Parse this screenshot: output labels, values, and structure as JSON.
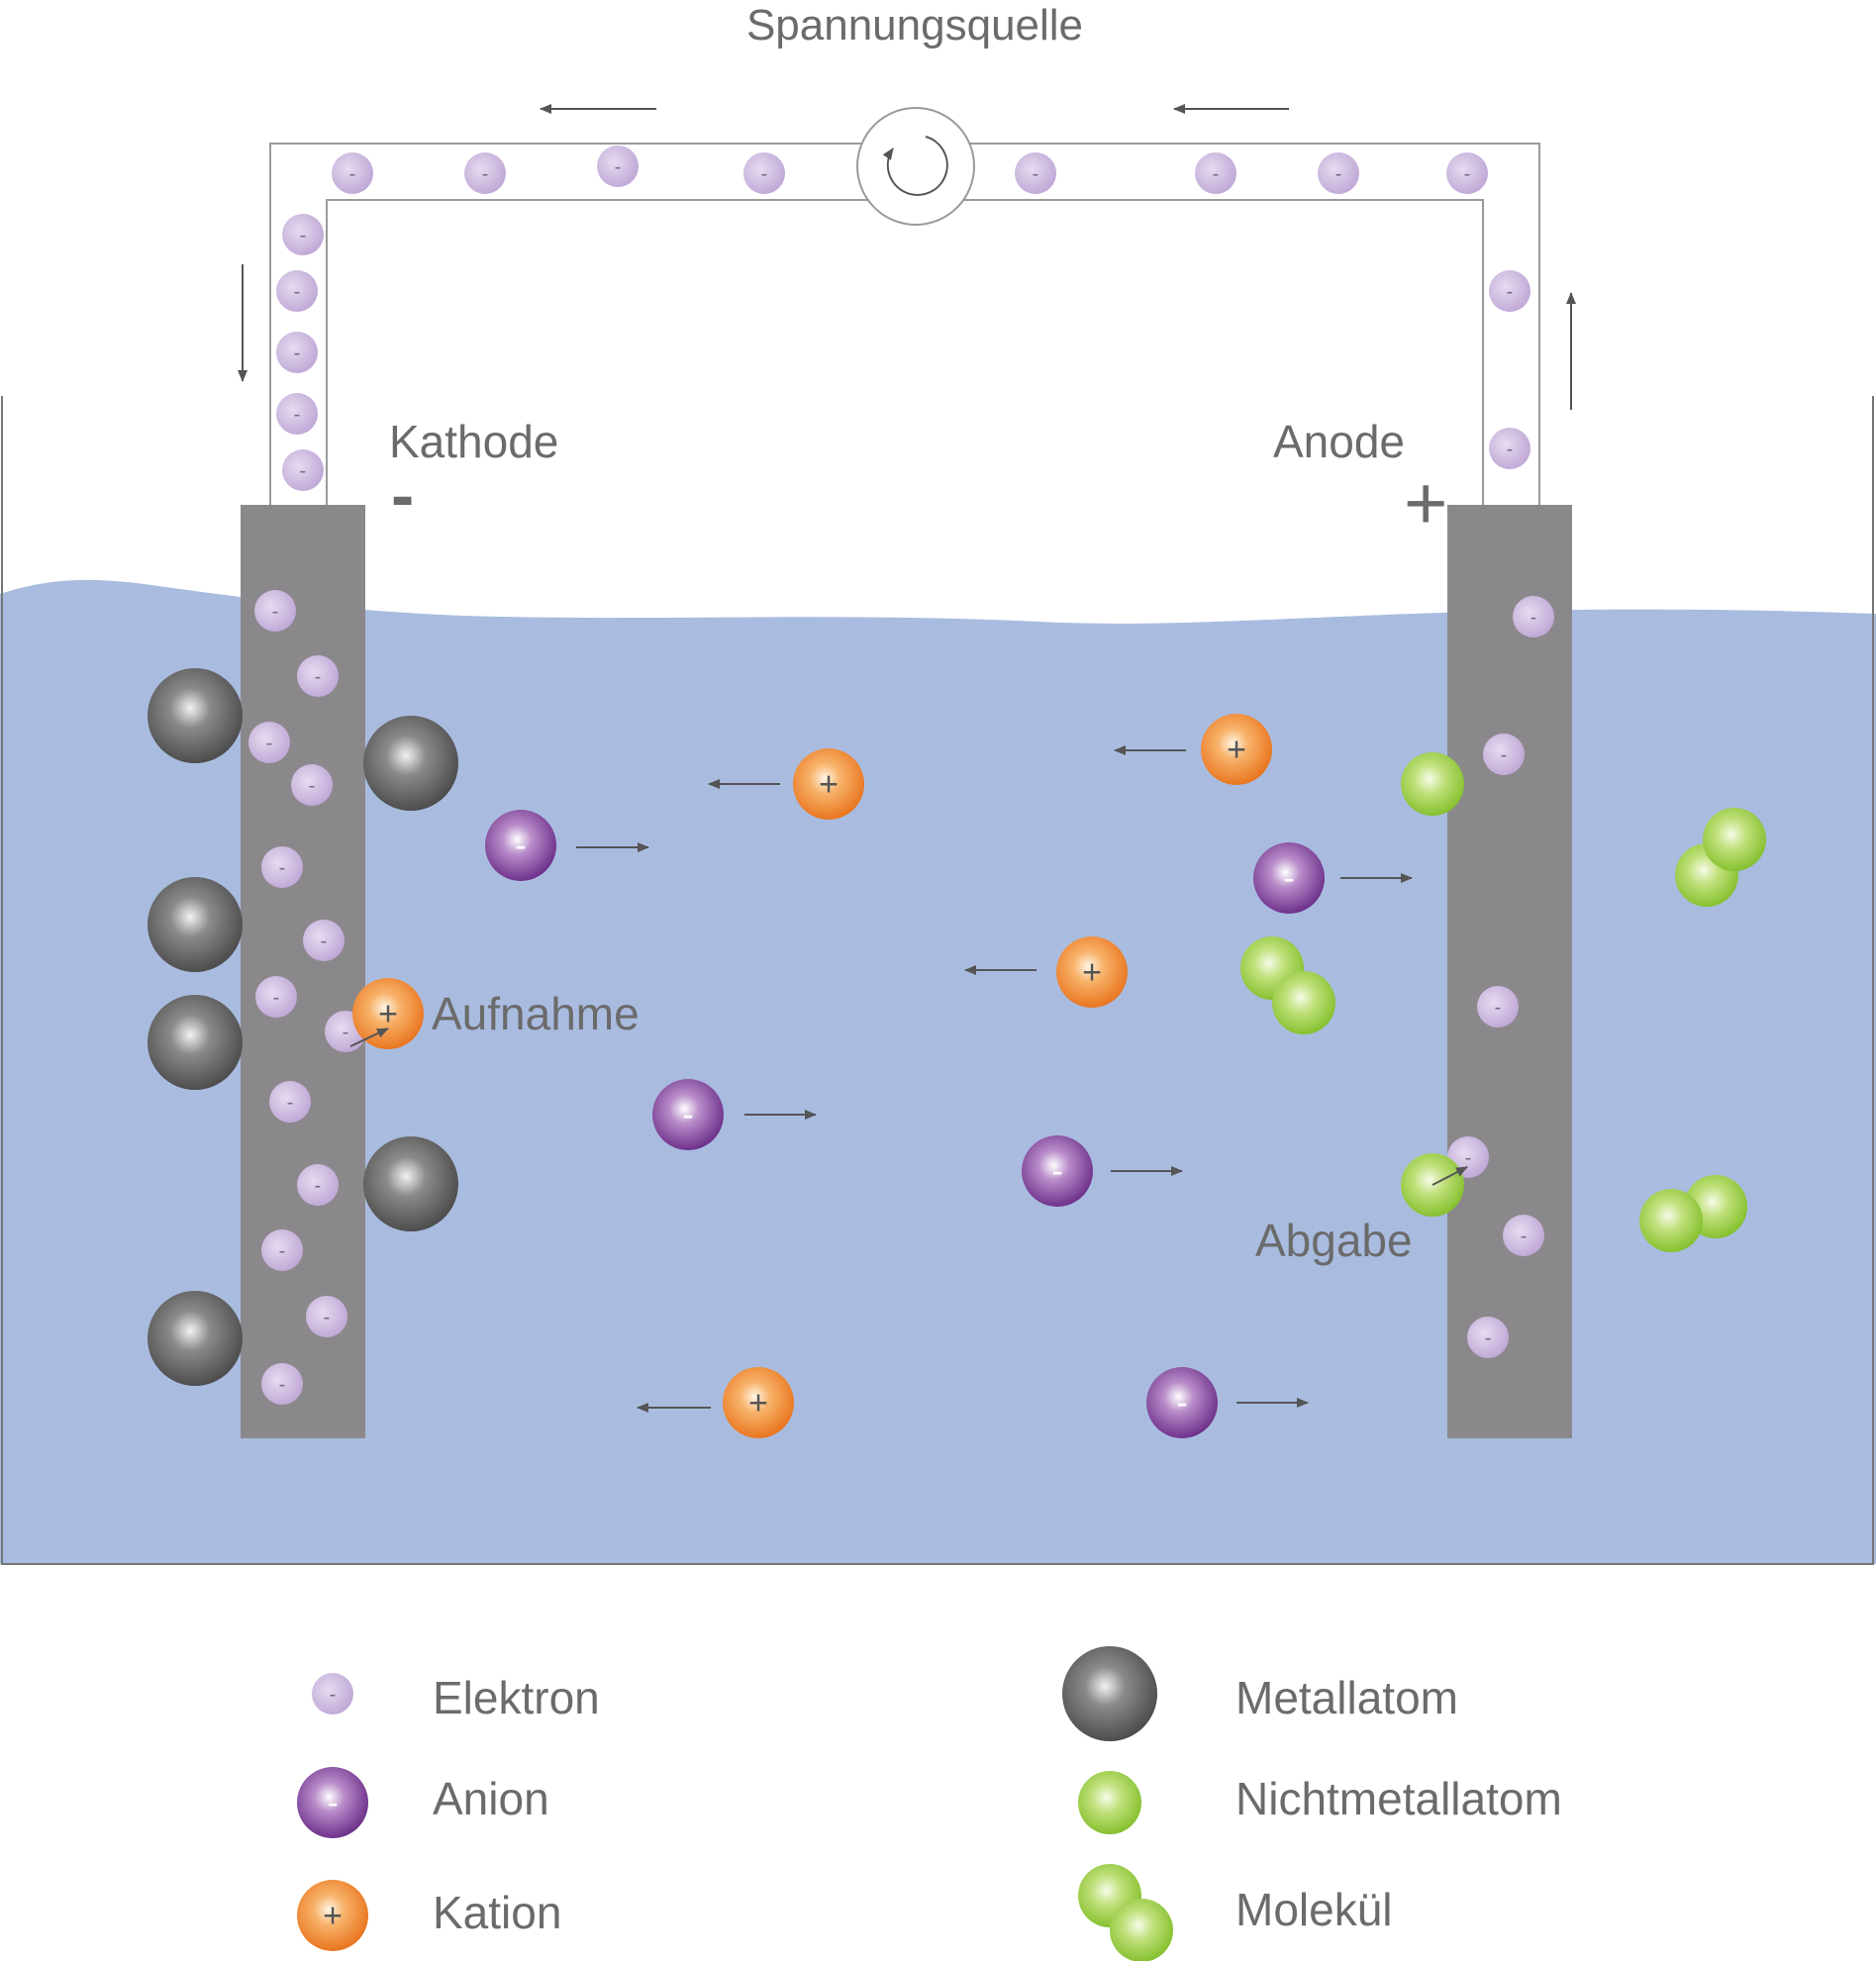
{
  "title": "Spannungsquelle",
  "electrodes": {
    "cathode": {
      "label": "Kathode",
      "sign": "-"
    },
    "anode": {
      "label": "Anode",
      "sign": "+"
    }
  },
  "annotations": {
    "uptake": "Aufnahme",
    "release": "Abgabe"
  },
  "symbols": {
    "minus": "-",
    "plus": "+"
  },
  "legend": [
    {
      "key": "electron",
      "label": "Elektron"
    },
    {
      "key": "anion",
      "label": "Anion"
    },
    {
      "key": "cation",
      "label": "Kation"
    },
    {
      "key": "metal",
      "label": "Metallatom"
    },
    {
      "key": "nonmetal",
      "label": "Nichtmetallatom"
    },
    {
      "key": "molecule",
      "label": "Molekül"
    }
  ],
  "colors": {
    "electrolyte": "#a9bce0",
    "electrode": "#8b888c",
    "wire": "#9a9a9a",
    "electron": "#c9b3dc",
    "anion": "#7a3f95",
    "cation": "#f08a2e",
    "metal": "#555555",
    "nonmetal": "#8fc83c",
    "text": "#6b6b6b"
  }
}
